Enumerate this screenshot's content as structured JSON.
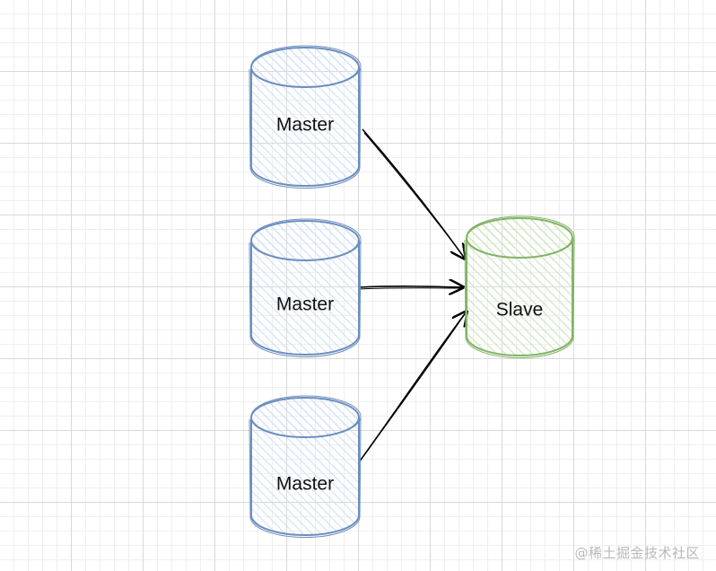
{
  "colors": {
    "master_stroke": "#6c8ebf",
    "master_hatch": "#cfe0f5",
    "slave_stroke": "#82b366",
    "slave_hatch": "#cde6bd",
    "arrow": "#000000"
  },
  "nodes": [
    {
      "id": "master1",
      "label": "Master",
      "role": "master"
    },
    {
      "id": "master2",
      "label": "Master",
      "role": "master"
    },
    {
      "id": "master3",
      "label": "Master",
      "role": "master"
    },
    {
      "id": "slave",
      "label": "Slave",
      "role": "slave"
    }
  ],
  "edges": [
    {
      "from": "master1",
      "to": "slave"
    },
    {
      "from": "master2",
      "to": "slave"
    },
    {
      "from": "master3",
      "to": "slave"
    }
  ],
  "watermark": "@稀土掘金技术社区"
}
